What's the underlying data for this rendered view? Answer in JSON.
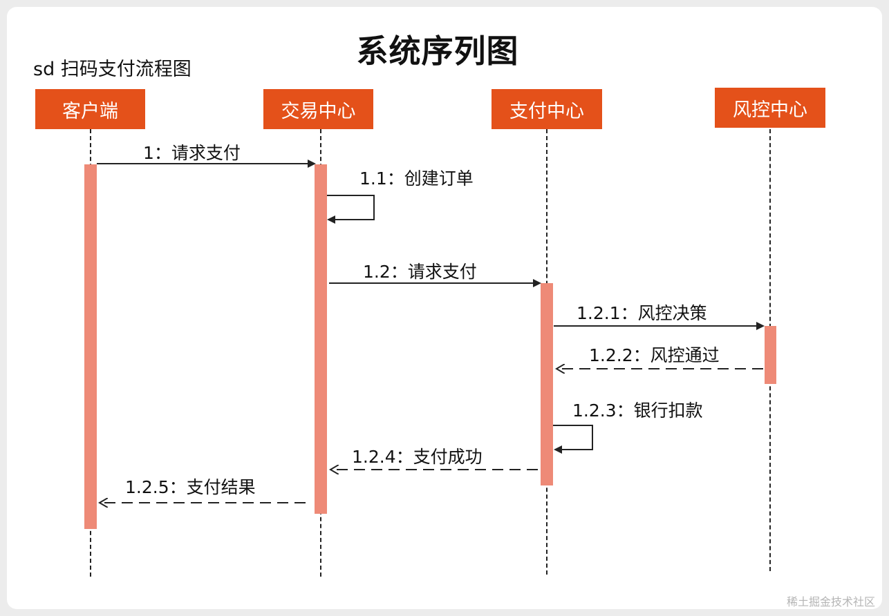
{
  "diagram": {
    "title": "系统序列图",
    "subtitle": "sd 扫码支付流程图",
    "actors": [
      {
        "id": "client",
        "label": "客户端"
      },
      {
        "id": "trade",
        "label": "交易中心"
      },
      {
        "id": "pay",
        "label": "支付中心"
      },
      {
        "id": "risk",
        "label": "风控中心"
      }
    ],
    "messages": [
      {
        "id": "m1",
        "label": "1：请求支付",
        "from": "client",
        "to": "trade",
        "style": "solid"
      },
      {
        "id": "m11",
        "label": "1.1：创建订单",
        "from": "trade",
        "to": "trade",
        "style": "solid"
      },
      {
        "id": "m12",
        "label": "1.2：请求支付",
        "from": "trade",
        "to": "pay",
        "style": "solid"
      },
      {
        "id": "m121",
        "label": "1.2.1：风控决策",
        "from": "pay",
        "to": "risk",
        "style": "solid"
      },
      {
        "id": "m122",
        "label": "1.2.2：风控通过",
        "from": "risk",
        "to": "pay",
        "style": "dashed"
      },
      {
        "id": "m123",
        "label": "1.2.3：银行扣款",
        "from": "pay",
        "to": "pay",
        "style": "solid"
      },
      {
        "id": "m124",
        "label": "1.2.4：支付成功",
        "from": "pay",
        "to": "trade",
        "style": "dashed"
      },
      {
        "id": "m125",
        "label": "1.2.5：支付结果",
        "from": "trade",
        "to": "client",
        "style": "dashed"
      }
    ],
    "colors": {
      "actor_fill": "#e4511a",
      "actor_text": "#ffffff",
      "activation_fill": "#ee8a77",
      "line": "#222222"
    }
  },
  "watermark": "稀土掘金技术社区"
}
